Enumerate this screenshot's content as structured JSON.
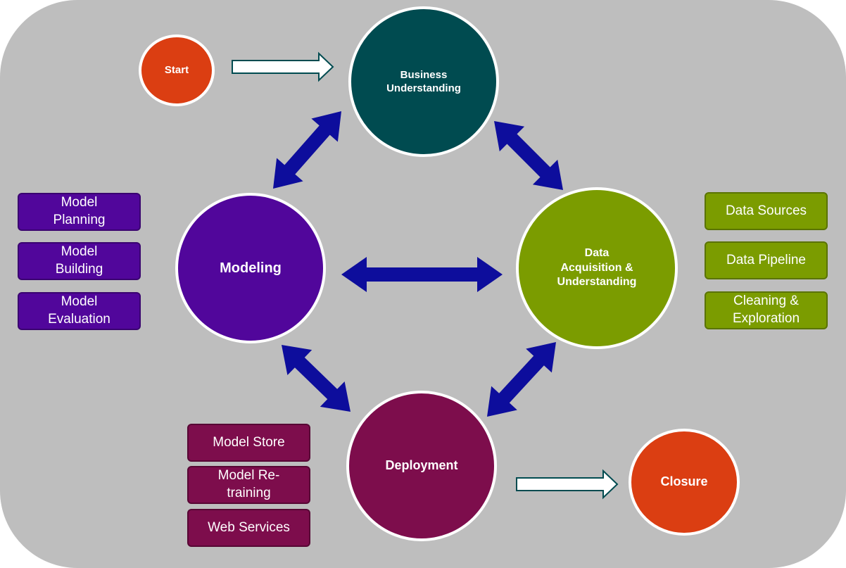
{
  "colors": {
    "background": "#bebebe",
    "start_closure": "#db3e12",
    "business": "#004b50",
    "modeling": "#51069b",
    "data": "#7b9c00",
    "deployment": "#7d0d4c",
    "cycle_arrow": "#0d0d9c"
  },
  "nodes": {
    "start": "Start",
    "business": "Business\nUnderstanding",
    "data": "Data\nAcquisition &\nUnderstanding",
    "modeling": "Modeling",
    "deployment": "Deployment",
    "closure": "Closure"
  },
  "modeling_tasks": [
    "Model\nPlanning",
    "Model\nBuilding",
    "Model\nEvaluation"
  ],
  "data_tasks": [
    "Data Sources",
    "Data Pipeline",
    "Cleaning &\nExploration"
  ],
  "deployment_tasks": [
    "Model Store",
    "Model Re-\ntraining",
    "Web Services"
  ]
}
